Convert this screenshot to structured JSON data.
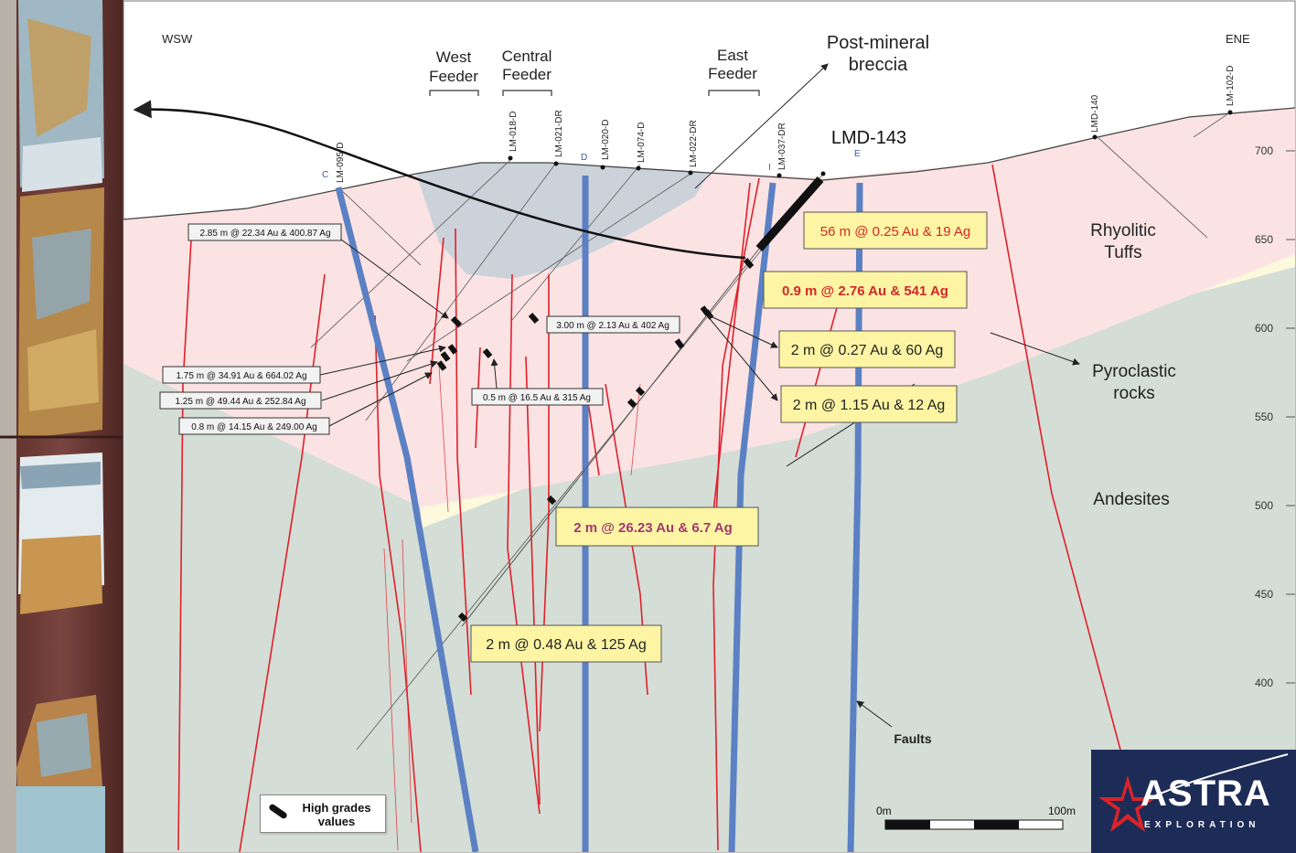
{
  "orientation": {
    "left": "WSW",
    "right": "ENE"
  },
  "feeders": [
    {
      "line1": "West",
      "line2": "Feeder"
    },
    {
      "line1": "Central",
      "line2": "Feeder"
    },
    {
      "line1": "East",
      "line2": "Feeder"
    }
  ],
  "breccia_label": {
    "line1": "Post-mineral",
    "line2": "breccia"
  },
  "main_hole": "LMD-143",
  "drill_holes": [
    "LM-095-D",
    "LM-018-D",
    "LM-021-DR",
    "LM-020-D",
    "LM-074-D",
    "LM-022-DR",
    "LM-037-DR",
    "LMD-140",
    "LM-102-D"
  ],
  "section_letters": [
    "C",
    "D",
    "I",
    "E"
  ],
  "units": [
    {
      "line1": "Rhyolitic",
      "line2": "Tuffs"
    },
    {
      "line1": "Pyroclastic",
      "line2": "rocks"
    },
    {
      "line1": "Andesites",
      "line2": ""
    }
  ],
  "elevation_ticks": [
    "700",
    "650",
    "600",
    "550",
    "500",
    "450",
    "400"
  ],
  "intercepts_small": [
    "2.85 m @ 22.34 Au & 400.87 Ag",
    "3.00 m @ 2.13 Au & 402 Ag",
    "1.75 m @ 34.91 Au & 664.02 Ag",
    "0.5 m @ 16.5 Au & 315 Ag",
    "1.25 m @ 49.44 Au & 252.84 Ag",
    "0.8 m @ 14.15 Au & 249.00 Ag"
  ],
  "intercepts_large": [
    "56 m @ 0.25 Au & 19 Ag",
    "0.9 m @ 2.76 Au & 541 Ag",
    "2 m @ 0.27 Au & 60 Ag",
    "2 m @ 1.15 Au & 12 Ag",
    "2 m @ 26.23 Au & 6.7 Ag",
    "2 m @ 0.48 Au & 125 Ag"
  ],
  "faults_label": "Faults",
  "scale": {
    "start": "0m",
    "end": "100m"
  },
  "legend": {
    "line1": "High grades",
    "line2": "values"
  },
  "logo": {
    "name": "ASTRA",
    "sub": "EXPLORATION"
  },
  "colors": {
    "rhyolitic": "#fbe3e3",
    "pyroclastic": "#fcf9dc",
    "andesite": "#d4ddd6",
    "breccia": "#cbd2da",
    "drill_blue": "#5b80c3",
    "fault_red": "#e0202a",
    "intercept_box": "#fdf5a3",
    "logo_bg": "#1d2c57"
  }
}
